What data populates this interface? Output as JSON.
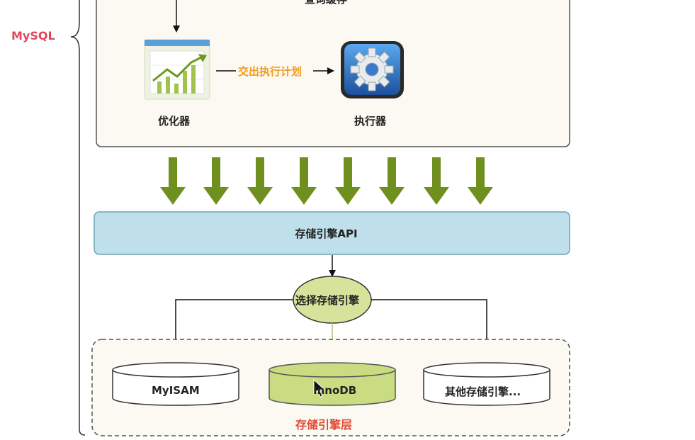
{
  "side_label": "MySQL",
  "cut_top_label": "查询缓存",
  "optimizer": {
    "label": "优化器",
    "icon": "line-chart-icon"
  },
  "executor": {
    "label": "执行器",
    "icon": "gear-icon"
  },
  "plan_arrow_label": "交出执行计划",
  "api_layer_label": "存储引擎API",
  "selector_label": "选择存储引擎",
  "engines": [
    "MyISAM",
    "InnoDB",
    "其他存储引擎..."
  ],
  "engine_layer_label": "存储引擎层",
  "colors": {
    "mysql_label": "#e0475b",
    "plan_label": "#f29b1d",
    "layer_label": "#e04a36",
    "down_arrows": "#6f8f1f",
    "api_box": "#bfe0ea",
    "selector_ellipse": "#d7e39b",
    "innodb_cylinder": "#c9dc82",
    "server_panel": "#fbf9f1"
  }
}
